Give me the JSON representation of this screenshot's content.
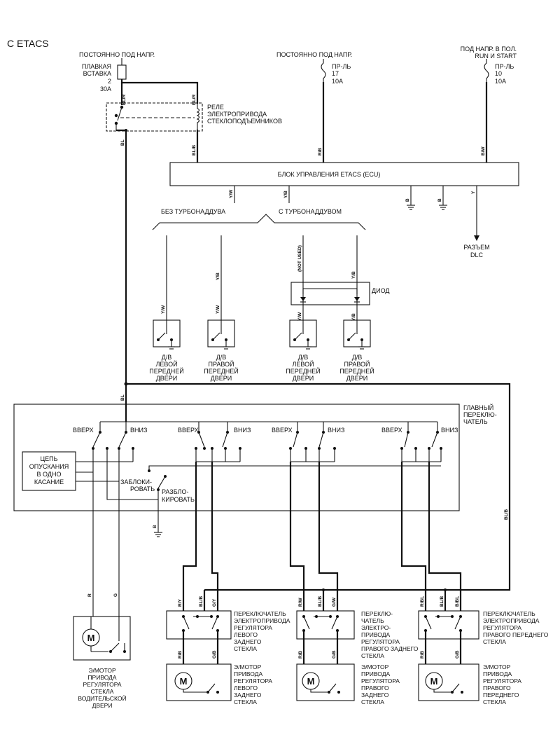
{
  "title": "С ETACS",
  "sources": {
    "left": [
      "ПОСТОЯННО ПОД НАПР.",
      "ПЛАВКАЯ",
      "ВСТАВКА",
      "2",
      "30A"
    ],
    "mid": [
      "ПОСТОЯННО ПОД НАПР.",
      "ПР-ЛЬ",
      "17",
      "10A"
    ],
    "right": [
      "ПОД НАПР. В ПОЛ.",
      "RUN И START",
      "ПР-ЛЬ",
      "10",
      "10A"
    ]
  },
  "relay_label": [
    "РЕЛЕ",
    "ЭЛЕКТРОПРИВОДА",
    "СТЕКЛОПОДЪЕМНИКОВ"
  ],
  "ecu_label": "БЛОК УПРАВЛЕНИЯ ETACS (ECU)",
  "dlc_label": [
    "РАЗЪЕМ",
    "DLC"
  ],
  "turbo": {
    "without": "БЕЗ ТУРБОНАДДУВА",
    "with": "С ТУРБОНАДДУВОМ"
  },
  "not_used": "(NOT USED)",
  "diode_label": "ДИОД",
  "door_switch_labels": [
    [
      "Д/В",
      "ЛЕВОЙ",
      "ПЕРЕДНЕЙ",
      "ДВЕРИ"
    ],
    [
      "Д/В",
      "ПРАВОЙ",
      "ПЕРЕДНЕЙ",
      "ДВЕРИ"
    ],
    [
      "Д/В",
      "ЛЕВОЙ",
      "ПЕРЕДНЕЙ",
      "ДВЕРИ"
    ],
    [
      "Д/В",
      "ПРАВОЙ",
      "ПЕРЕДНЕЙ",
      "ДВЕРИ"
    ]
  ],
  "main_switch_label": [
    "ГЛАВНЫЙ",
    "ПЕРЕКЛЮ-",
    "ЧАТЕЛЬ"
  ],
  "up_label": "ВВЕРХ",
  "down_label": "ВНИЗ",
  "one_touch_label": [
    "ЦЕПЬ",
    "ОПУСКАНИЯ",
    "В ОДНО",
    "КАСАНИЕ"
  ],
  "lock_label": [
    "ЗАБЛОКИ-",
    "РОВАТЬ"
  ],
  "unlock_label": [
    "РАЗБЛО-",
    "КИРОВАТЬ"
  ],
  "wire_codes": {
    "bl_r_1": "BL/R",
    "bl_r_2": "BL/R",
    "bl": "BL",
    "bl_b_top": "BL/B",
    "r_b": "R/B",
    "b_w": "B/W",
    "y_w": "Y/W",
    "y_b": "Y/B",
    "b": "B",
    "y": "Y",
    "bl_b_side": "BL/B",
    "r": "R",
    "g": "G",
    "rs1": [
      "R/Y",
      "BL/B",
      "G/Y"
    ],
    "rs2": [
      "R/W",
      "BL/B",
      "G/W"
    ],
    "rs3": [
      "R/BL",
      "BL/B",
      "B/BL"
    ],
    "rm1": [
      "R/B",
      "G/B"
    ],
    "rm2": [
      "R/B",
      "G/B"
    ],
    "rm3": [
      "R/B",
      "G/B"
    ]
  },
  "window_switch_labels": [
    [
      "ПЕРЕКЛЮЧАТЕЛЬ",
      "ЭЛЕКТРОПРИВОДА",
      "РЕГУЛЯТОРА",
      "ЛЕВОГО",
      "ЗАДНЕГО",
      "СТЕКЛА"
    ],
    [
      "ПЕРЕКЛЮ-",
      "ЧАТЕЛЬ",
      "ЭЛЕКТРО-",
      "ПРИВОДА",
      "РЕГУЛЯТОРА",
      "ПРАВОГО ЗАДНЕГО",
      "СТЕКЛА"
    ],
    [
      "ПЕРЕКЛЮЧАТЕЛЬ",
      "ЭЛЕКТРОПРИВОДА",
      "РЕГУЛЯТОРА",
      "ПРАВОГО ПЕРЕДНЕГО",
      "СТЕКЛА"
    ]
  ],
  "motor_labels": [
    [
      "Э/МОТОР",
      "ПРИВОДА",
      "РЕГУЛЯТОРА",
      "СТЕКЛА",
      "ВОДИТЕЛЬСКОЙ",
      "ДВЕРИ"
    ],
    [
      "Э/МОТОР",
      "ПРИВОДА",
      "РЕГУЛЯТОРА",
      "ЛЕВОГО",
      "ЗАДНЕГО",
      "СТЕКЛА"
    ],
    [
      "Э/МОТОР",
      "ПРИВОДА",
      "РЕГУЛЯТОРА",
      "ПРАВОГО",
      "ЗАДНЕГО",
      "СТЕКЛА"
    ],
    [
      "Э/МОТОР",
      "ПРИВОДА",
      "РЕГУЛЯТОРА",
      "ПРАВОГО",
      "ПЕРЕДНЕГО",
      "СТЕКЛА"
    ]
  ],
  "motor_symbol": "M"
}
